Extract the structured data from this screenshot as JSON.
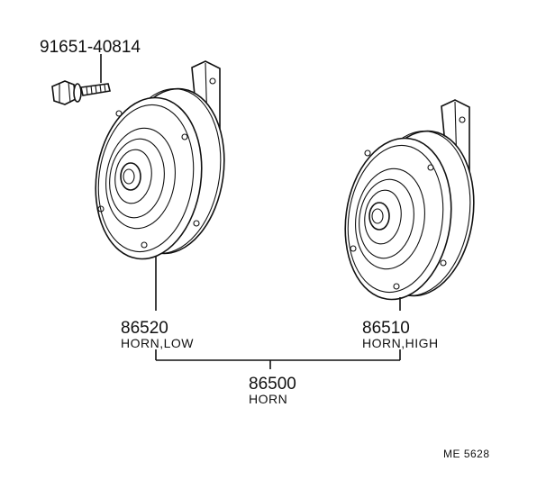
{
  "bolt": {
    "part_number": "91651-40814"
  },
  "horn_low": {
    "part_number": "86520",
    "description": "HORN,LOW"
  },
  "horn_high": {
    "part_number": "86510",
    "description": "HORN,HIGH"
  },
  "horn_assembly": {
    "part_number": "86500",
    "description": "HORN"
  },
  "drawing_code": "ME 5628",
  "colors": {
    "ink": "#111111",
    "background": "#ffffff"
  }
}
